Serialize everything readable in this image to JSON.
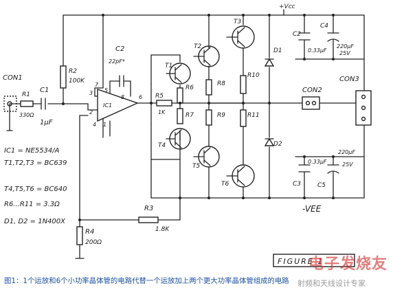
{
  "labels": {
    "con1": "CON1",
    "r1": "R1",
    "r1_val": "330Ω",
    "c1": "C1",
    "c1_val": "1μF",
    "r2": "R2",
    "r2_val": "100K",
    "c2": "C2",
    "c2_val": "22pF*",
    "ic1": "IC1",
    "pin2": "2",
    "pin3": "3",
    "pin4": "4",
    "pin5": "5",
    "pin6": "6",
    "pin7": "7",
    "pin8": "8",
    "pin1": "1",
    "t1": "T1",
    "t2": "T2",
    "t3": "T3",
    "t4": "T4",
    "t5": "T5",
    "t6": "T6",
    "r5": "R5",
    "r5_val": "1K",
    "r6": "R6",
    "r7": "R7",
    "r8": "R8",
    "r9": "R9",
    "r10": "R10",
    "r11": "R11",
    "d1": "D1",
    "d2": "D2",
    "vcc": "+Vcc",
    "c2b": "C2",
    "c2b_val": "0.33μF",
    "c4": "C4",
    "c4_val1": "220μF",
    "c4_val2": "25V",
    "c3": "C3",
    "c3_val": "0.33μF",
    "c5": "C5",
    "c5_val1": "220μF",
    "c5_val2": "25V",
    "con2": "CON2",
    "con3": "CON3",
    "vee": "-VEE",
    "r3": "R3",
    "r3_val": "1.8K",
    "r4": "R4",
    "r4_val": "200Ω",
    "figure": "FIGURE 1"
  },
  "notes": [
    "IC1 = NE5534/A",
    "T1,T2,T3 = BC639",
    "T4,T5,T6 = BC640",
    "R6...R11 = 3.3Ω",
    "D1, D2 = 1N400X"
  ],
  "caption": "图1：1个运放和6个小功率晶体管的电路代替一个运放加上两个更大功率晶体管组成的电路",
  "watermark": "电子发烧友",
  "watermark_sub": "射频和天线设计专家"
}
